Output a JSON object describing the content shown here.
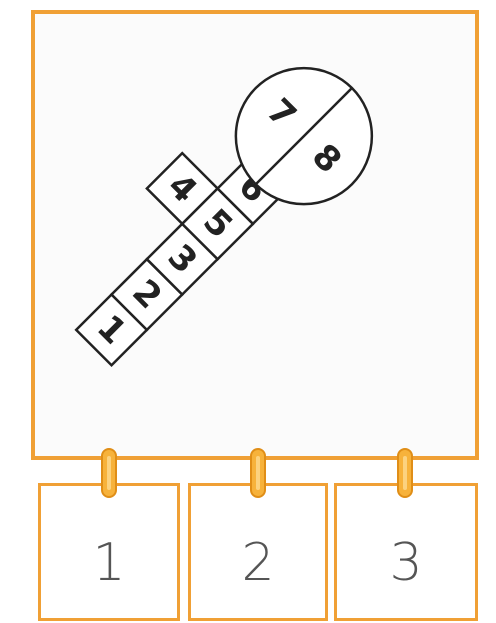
{
  "diagram": {
    "squares": [
      "1",
      "2",
      "3",
      "4",
      "5",
      "6"
    ],
    "circle_labels": [
      "7",
      "8"
    ]
  },
  "options": [
    {
      "label": "1"
    },
    {
      "label": "2"
    },
    {
      "label": "3"
    }
  ],
  "colors": {
    "frame": "#f0a035",
    "clip": "#f7b23b",
    "ink": "#222222"
  }
}
